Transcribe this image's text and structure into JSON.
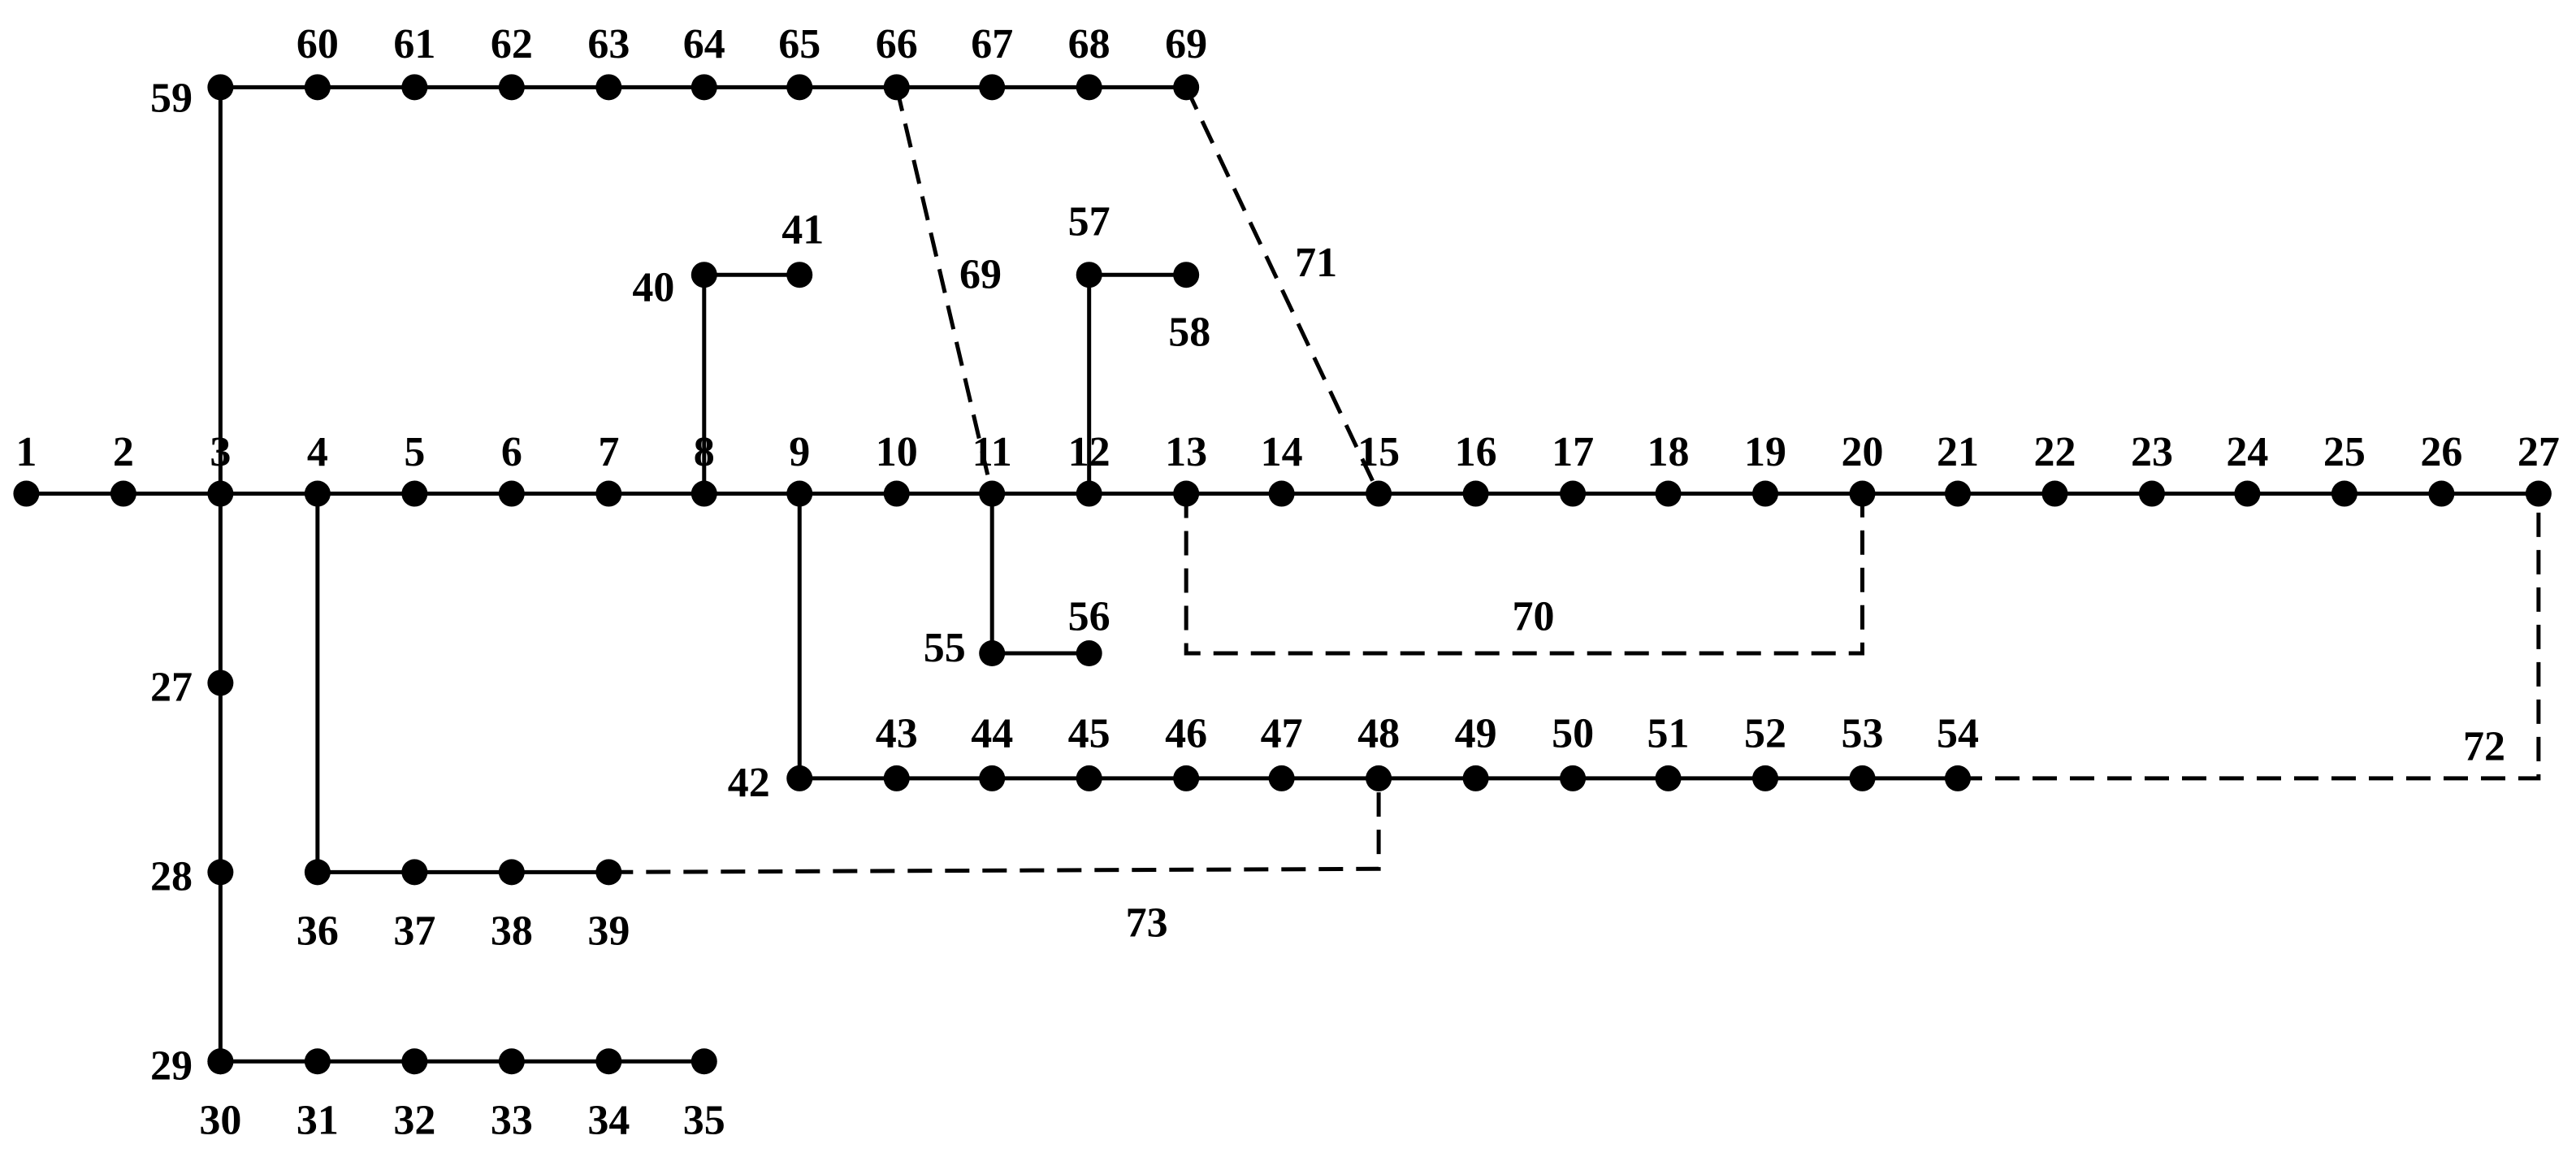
{
  "diagram": {
    "nodes": [
      {
        "id": "n1",
        "label": "1"
      },
      {
        "id": "n2",
        "label": "2"
      },
      {
        "id": "n3",
        "label": "3"
      },
      {
        "id": "n4",
        "label": "4"
      },
      {
        "id": "n5",
        "label": "5"
      },
      {
        "id": "n6",
        "label": "6"
      },
      {
        "id": "n7",
        "label": "7"
      },
      {
        "id": "n8",
        "label": "8"
      },
      {
        "id": "n9",
        "label": "9"
      },
      {
        "id": "n10",
        "label": "10"
      },
      {
        "id": "n11",
        "label": "11"
      },
      {
        "id": "n12",
        "label": "12"
      },
      {
        "id": "n13",
        "label": "13"
      },
      {
        "id": "n14",
        "label": "14"
      },
      {
        "id": "n15",
        "label": "15"
      },
      {
        "id": "n16",
        "label": "16"
      },
      {
        "id": "n17",
        "label": "17"
      },
      {
        "id": "n18",
        "label": "18"
      },
      {
        "id": "n19",
        "label": "19"
      },
      {
        "id": "n20",
        "label": "20"
      },
      {
        "id": "n21",
        "label": "21"
      },
      {
        "id": "n22",
        "label": "22"
      },
      {
        "id": "n23",
        "label": "23"
      },
      {
        "id": "n24",
        "label": "24"
      },
      {
        "id": "n25",
        "label": "25"
      },
      {
        "id": "n26",
        "label": "26"
      },
      {
        "id": "n27",
        "label": "27"
      },
      {
        "id": "n27b",
        "label": "27"
      },
      {
        "id": "n28",
        "label": "28"
      },
      {
        "id": "n29",
        "label": "29"
      },
      {
        "id": "n30",
        "label": "30"
      },
      {
        "id": "n31",
        "label": "31"
      },
      {
        "id": "n32",
        "label": "32"
      },
      {
        "id": "n33",
        "label": "33"
      },
      {
        "id": "n34",
        "label": "34"
      },
      {
        "id": "n35",
        "label": "35"
      },
      {
        "id": "n36",
        "label": "36"
      },
      {
        "id": "n37",
        "label": "37"
      },
      {
        "id": "n38",
        "label": "38"
      },
      {
        "id": "n39",
        "label": "39"
      },
      {
        "id": "n40",
        "label": "40"
      },
      {
        "id": "n41",
        "label": "41"
      },
      {
        "id": "n42",
        "label": "42"
      },
      {
        "id": "n43",
        "label": "43"
      },
      {
        "id": "n44",
        "label": "44"
      },
      {
        "id": "n45",
        "label": "45"
      },
      {
        "id": "n46",
        "label": "46"
      },
      {
        "id": "n47",
        "label": "47"
      },
      {
        "id": "n48",
        "label": "48"
      },
      {
        "id": "n49",
        "label": "49"
      },
      {
        "id": "n50",
        "label": "50"
      },
      {
        "id": "n51",
        "label": "51"
      },
      {
        "id": "n52",
        "label": "52"
      },
      {
        "id": "n53",
        "label": "53"
      },
      {
        "id": "n54",
        "label": "54"
      },
      {
        "id": "n55",
        "label": "55"
      },
      {
        "id": "n56",
        "label": "56"
      },
      {
        "id": "n57",
        "label": "57"
      },
      {
        "id": "n58",
        "label": "58"
      },
      {
        "id": "n59",
        "label": "59"
      },
      {
        "id": "n60",
        "label": "60"
      },
      {
        "id": "n61",
        "label": "61"
      },
      {
        "id": "n62",
        "label": "62"
      },
      {
        "id": "n63",
        "label": "63"
      },
      {
        "id": "n64",
        "label": "64"
      },
      {
        "id": "n65",
        "label": "65"
      },
      {
        "id": "n66",
        "label": "66"
      },
      {
        "id": "n67",
        "label": "67"
      },
      {
        "id": "n68",
        "label": "68"
      },
      {
        "id": "n69",
        "label": "69"
      }
    ],
    "tie_lines": [
      {
        "id": "tie69",
        "label": "69",
        "from": "n66",
        "to": "n11"
      },
      {
        "id": "tie70",
        "label": "70",
        "from": "n13",
        "to": "n20"
      },
      {
        "id": "tie71",
        "label": "71",
        "from": "n69",
        "to": "n15"
      },
      {
        "id": "tie72",
        "label": "72",
        "from": "n54",
        "to": "n27"
      },
      {
        "id": "tie73",
        "label": "73",
        "from": "n39",
        "to": "n48"
      }
    ]
  }
}
